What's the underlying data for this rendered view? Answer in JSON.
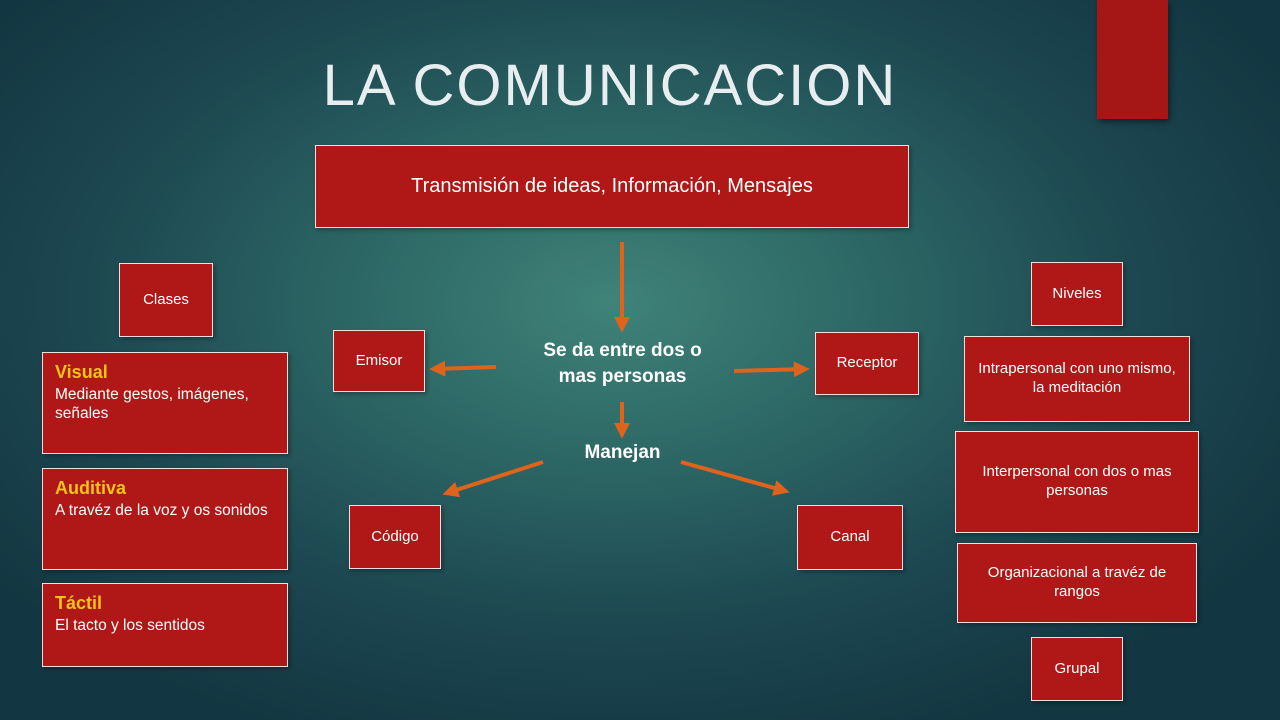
{
  "title": "LA COMUNICACION",
  "main_box": "Transmisión de ideas, Información, Mensajes",
  "center": {
    "line1": "Se da entre dos o",
    "line2": "mas personas",
    "manejan": "Manejan"
  },
  "elements": {
    "emisor": "Emisor",
    "receptor": "Receptor",
    "codigo": "Código",
    "canal": "Canal"
  },
  "clases": {
    "label": "Clases",
    "items": [
      {
        "heading": "Visual",
        "text": "Mediante gestos, imágenes, señales"
      },
      {
        "heading": "Auditiva",
        "text": "A travéz de la voz y os sonidos"
      },
      {
        "heading": "Táctil",
        "text": "El tacto y los sentidos"
      }
    ]
  },
  "niveles": {
    "label": "Niveles",
    "items": [
      "Intrapersonal con uno mismo, la meditación",
      "Interpersonal con dos o mas personas",
      "Organizacional a travéz de rangos",
      "Grupal"
    ]
  },
  "colors": {
    "box_fill": "#b01717",
    "arrow": "#e0631c",
    "heading_yellow": "#f3c316"
  }
}
